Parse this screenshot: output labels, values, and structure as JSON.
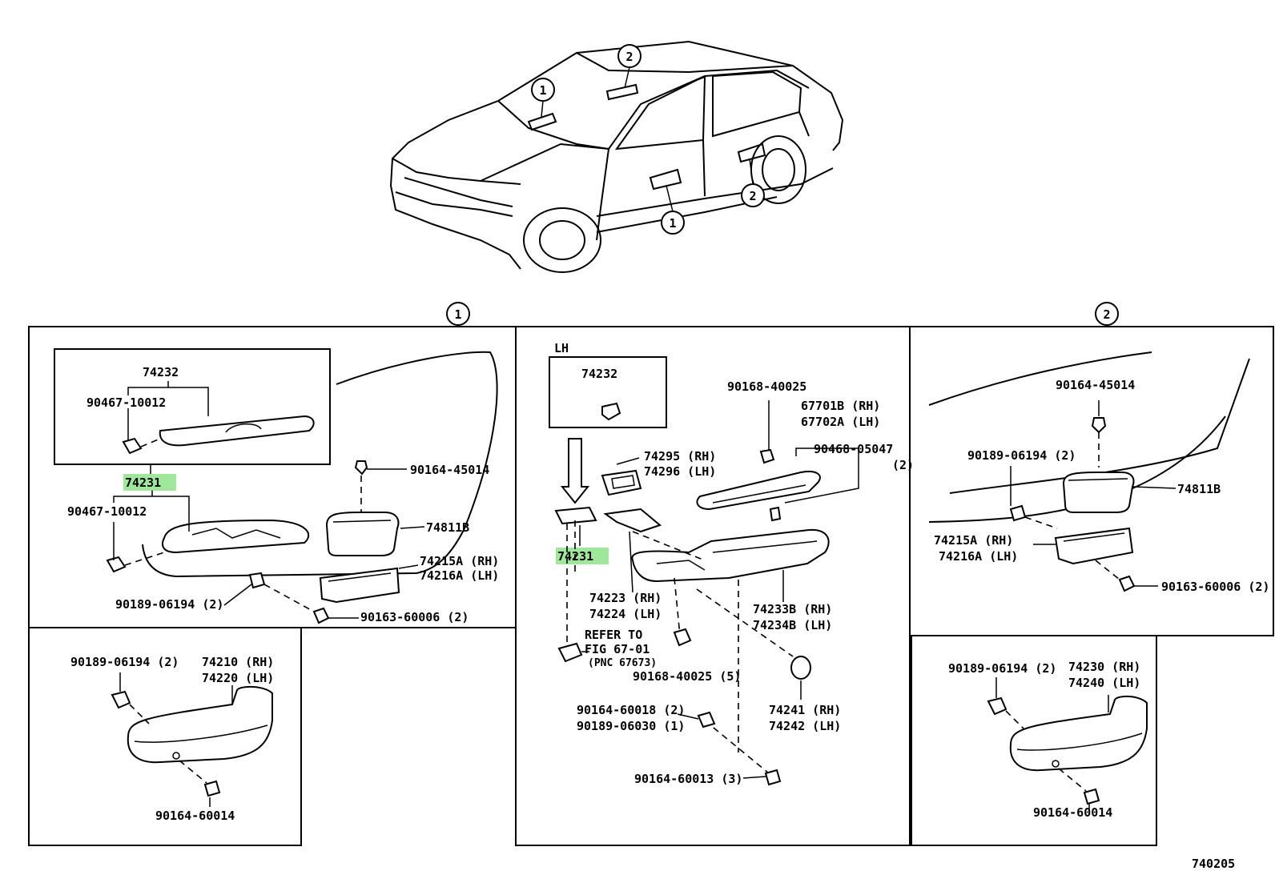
{
  "diagram_id": "740205",
  "callouts": {
    "one": "1",
    "two": "2"
  },
  "labels": {
    "a_74232": "74232",
    "a_90467_top": "90467-10012",
    "a_74231": "74231",
    "a_90467_mid": "90467-10012",
    "a_90164_45014": "90164-45014",
    "a_74811B": "74811B",
    "a_74215A": "74215A (RH)",
    "a_74216A": "74216A (LH)",
    "a_90189": "90189-06194 (2)",
    "a_90163": "90163-60006 (2)",
    "b_90189": "90189-06194 (2)",
    "b_74210": "74210 (RH)",
    "b_74220": "74220 (LH)",
    "b_90164": "90164-60014",
    "c_lh": "LH",
    "c_74232": "74232",
    "c_74295": "74295 (RH)",
    "c_74296": "74296 (LH)",
    "c_74231": "74231",
    "c_90168_top": "90168-40025",
    "c_67701B": "67701B (RH)",
    "c_67702A": "67702A (LH)",
    "c_90468": "90468-05047",
    "c_90468_qty": "(2)",
    "c_74223": "74223 (RH)",
    "c_74224": "74224 (LH)",
    "c_74233B": "74233B (RH)",
    "c_74234B": "74234B (LH)",
    "c_refer1": "REFER TO",
    "c_refer2": "FIG 67-01",
    "c_refer3": "(PNC 67673)",
    "c_90168_bot": "90168-40025 (5)",
    "c_74241": "74241 (RH)",
    "c_74242": "74242 (LH)",
    "c_90164_60018": "90164-60018 (2)",
    "c_90189_06030": "90189-06030 (1)",
    "c_90164_60013": "90164-60013 (3)",
    "d_90164_45014": "90164-45014",
    "d_90189": "90189-06194 (2)",
    "d_74811B": "74811B",
    "d_74215A": "74215A (RH)",
    "d_74216A": "74216A (LH)",
    "d_90163": "90163-60006 (2)",
    "e_90189": "90189-06194 (2)",
    "e_74230": "74230 (RH)",
    "e_74240": "74240 (LH)",
    "e_90164": "90164-60014"
  }
}
